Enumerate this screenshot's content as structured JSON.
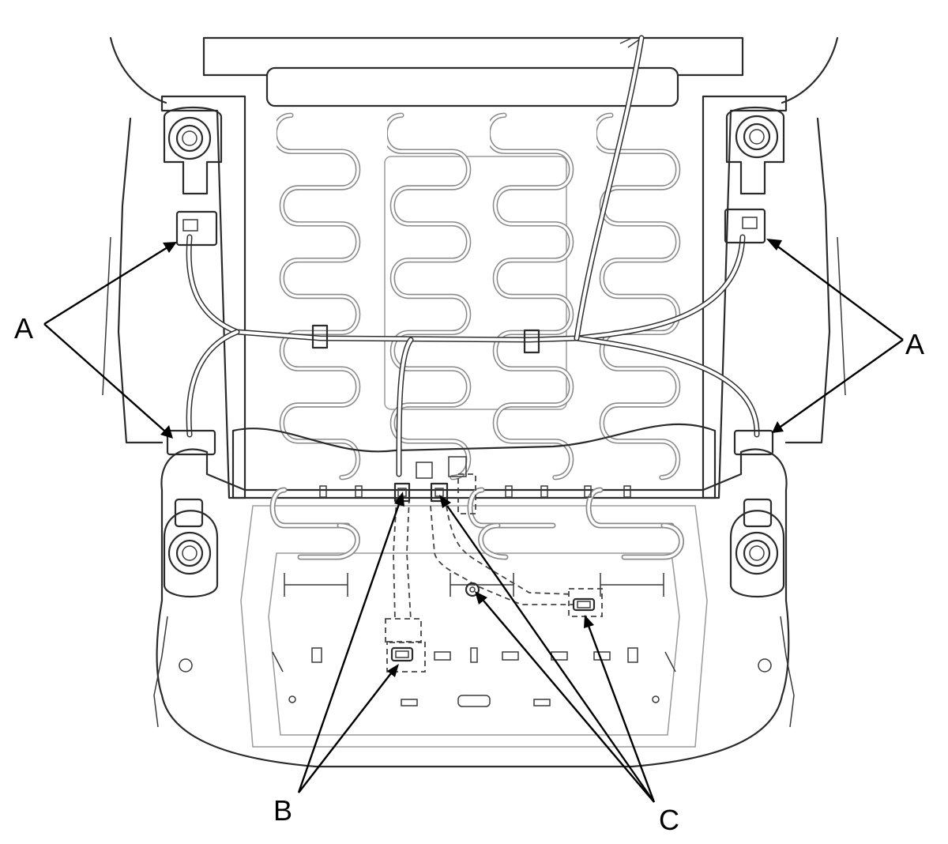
{
  "labels": {
    "a_left": "A",
    "a_right": "A",
    "b": "B",
    "c": "C"
  },
  "colors": {
    "line": "#2b2b2b",
    "spring": "#8a8a8a",
    "background": "#ffffff"
  }
}
